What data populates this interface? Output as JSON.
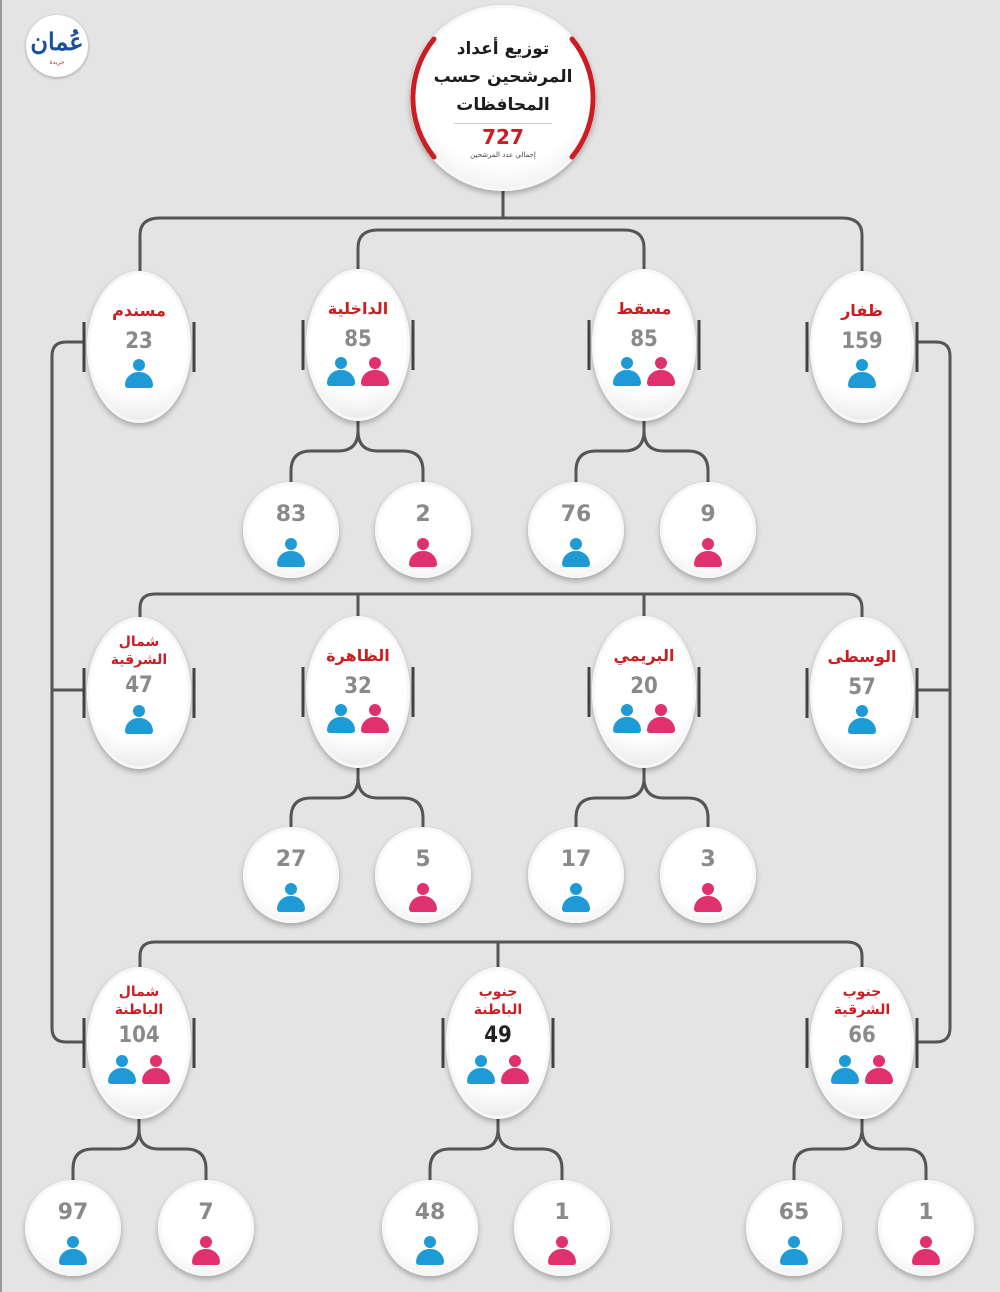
{
  "logo": {
    "text": "عُمان",
    "subtitle": "جريدة"
  },
  "header": {
    "title": "توزيع أعداد المرشحين حسب المحافظات",
    "total": "727",
    "total_caption": "إجمالي عدد المرشحين"
  },
  "colors": {
    "title_red": "#cc1e22",
    "male": "#1e9ad6",
    "female": "#e0306e",
    "background": "#e4e4e4"
  },
  "icons": {
    "male": "male-person-icon",
    "female": "female-person-icon"
  },
  "chart_data": {
    "type": "tree",
    "title": "توزيع أعداد المرشحين حسب المحافظات",
    "total": 727,
    "governorates": [
      {
        "name": "ظفار",
        "total": 159,
        "male": 159,
        "female": null,
        "gender_icons": [
          "male"
        ]
      },
      {
        "name": "مسقط",
        "total": 85,
        "male": 76,
        "female": 9,
        "gender_icons": [
          "male",
          "female"
        ]
      },
      {
        "name": "الداخلية",
        "total": 85,
        "male": 83,
        "female": 2,
        "gender_icons": [
          "male",
          "female"
        ]
      },
      {
        "name": "مسندم",
        "total": 23,
        "male": 23,
        "female": null,
        "gender_icons": [
          "male"
        ]
      },
      {
        "name": "الوسطى",
        "total": 57,
        "male": 57,
        "female": null,
        "gender_icons": [
          "male"
        ]
      },
      {
        "name": "البريمي",
        "total": 20,
        "male": 17,
        "female": 3,
        "gender_icons": [
          "male",
          "female"
        ]
      },
      {
        "name": "الظاهرة",
        "total": 32,
        "male": 27,
        "female": 5,
        "gender_icons": [
          "male",
          "female"
        ]
      },
      {
        "name": "شمال الشرقية",
        "total": 47,
        "male": 47,
        "female": null,
        "gender_icons": [
          "male"
        ]
      },
      {
        "name": "جنوب الشرقية",
        "total": 66,
        "male": 65,
        "female": 1,
        "gender_icons": [
          "male",
          "female"
        ]
      },
      {
        "name": "جنوب الباطنة",
        "total": 49,
        "male": 48,
        "female": 1,
        "gender_icons": [
          "male",
          "female"
        ]
      },
      {
        "name": "شمال الباطنة",
        "total": 104,
        "male": 97,
        "female": 7,
        "gender_icons": [
          "male",
          "female"
        ]
      }
    ]
  }
}
